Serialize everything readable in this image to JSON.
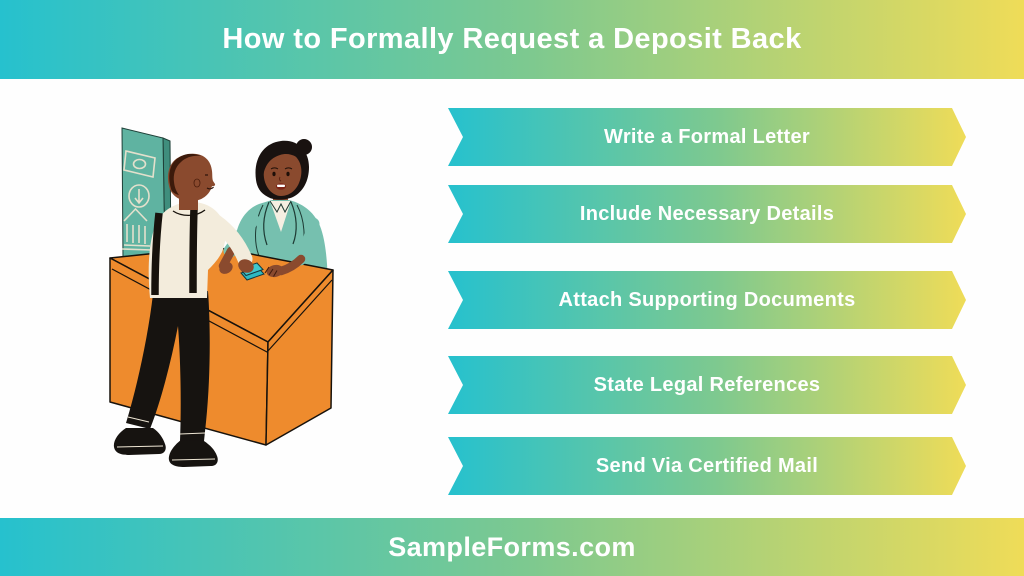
{
  "title_banner": {
    "text": "How to Formally Request a Deposit Back"
  },
  "steps": [
    {
      "label": "Write a Formal Letter"
    },
    {
      "label": "Include Necessary Details"
    },
    {
      "label": "Attach Supporting Documents"
    },
    {
      "label": "State Legal References"
    },
    {
      "label": "Send Via Certified Mail"
    }
  ],
  "footer_banner": {
    "text": "SampleForms.com"
  },
  "colors": {
    "gradient_start": "#26c1ce",
    "gradient_mid": "#7ec98f",
    "gradient_end": "#efdc58",
    "banner_text": "#ffffff",
    "counter_orange": "#ee8b2d",
    "kiosk_teal": "#5fb3a1",
    "jacket_teal": "#76c0af",
    "skin_brown": "#8a4a2e",
    "shirt_cream": "#f3ecdc",
    "money_teal": "#3fc7cd",
    "outline_ink": "#17120c"
  },
  "illustration": {
    "alt": "Customer handing cash to a bank teller over an orange counter beside a teal bank kiosk",
    "icons": [
      "banknote-icon",
      "deposit-down-arrow-icon",
      "bank-building-icon"
    ]
  }
}
